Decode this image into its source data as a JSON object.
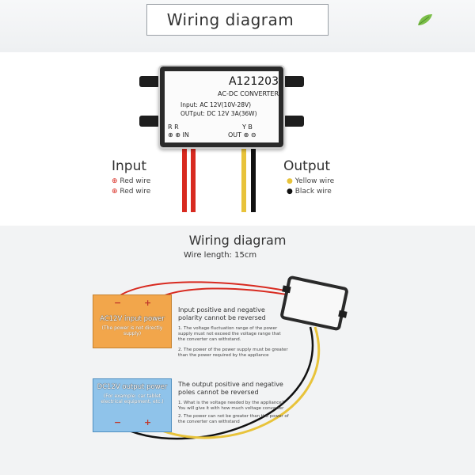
{
  "top": {
    "title": "Wiring diagram",
    "converter": {
      "model": "A121203",
      "type": "AC-DC CONVERTER",
      "input_spec": "Input: AC 12V(10V-28V)",
      "output_spec": "OUTput: DC 12V 3A(36W)",
      "in_polarity": "R  R",
      "in_label": "⊕ ⊕ IN",
      "out_polarity": "Y  B",
      "out_label": "OUT ⊕ ⊖"
    },
    "input": {
      "title": "Input",
      "items": [
        "Red wire",
        "Red wire"
      ]
    },
    "output": {
      "title": "Output",
      "items": [
        "Yellow wire",
        "Black wire"
      ]
    },
    "colors": {
      "red": "#d82a20",
      "yellow": "#e8c33a",
      "black": "#111111"
    }
  },
  "bottom": {
    "title": "Wiring diagram",
    "wire_length": "Wire length: 15cm",
    "input_box": {
      "title": "AC12V input power",
      "note": "(The power is not directly supply)",
      "minus": "−",
      "plus": "+",
      "color": "#f2a64b"
    },
    "output_box": {
      "title": "DC12V output power",
      "note": "(For example: car tablet electrical equipment, etc.)",
      "minus": "−",
      "plus": "+",
      "color": "#8fc3ea"
    },
    "input_notes": {
      "heading": "Input positive and negative polarity cannot be reversed",
      "p1": "1. The voltage fluctuation range of the power supply must not exceed the voltage range that the converter can withstand.",
      "p2": "2. The power of the power supply must be greater than the power required by the appliance"
    },
    "output_notes": {
      "heading": "The output positive and negative poles cannot be reversed",
      "p1": "1. What is the voltage needed by the appliance? You will give it with how much voltage converter",
      "p2": "2. The power can not be greater than the power of the converter can withstand"
    }
  }
}
